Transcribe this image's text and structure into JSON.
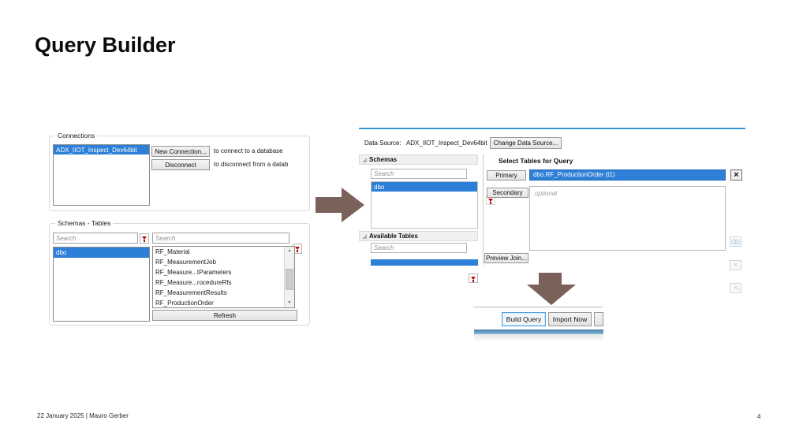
{
  "slide": {
    "title": "Query Builder",
    "footer_text": "22 January 2025 | Mauro Gerber",
    "page_number": "4"
  },
  "colors": {
    "selection_blue": "#2e7fd8",
    "arrow_brown": "#7a615a",
    "top_rule_blue": "#3399d6",
    "filter_red": "#c00000",
    "bottom_bar_blue": "#6ca0c8"
  },
  "icons": {
    "filter_icon": "red-funnel",
    "expander_icon": "corner-triangle",
    "remove_glyph": "×",
    "join_glyph": "∞",
    "scroll_up_glyph": "▲",
    "scroll_down_glyph": "▼"
  },
  "connections_panel": {
    "group_label": "Connections",
    "selected_connection": "ADX_IIOT_Inspect_Dev64bit",
    "new_connection_button": "New Connection...",
    "new_connection_hint": "to connect to a database",
    "disconnect_button": "Disconnect",
    "disconnect_hint": "to disconnect from a datab"
  },
  "schemas_tables_panel": {
    "group_label": "Schemas - Tables",
    "schema_search_placeholder": "Search",
    "table_search_placeholder": "Search",
    "selected_schema": "dbo",
    "tables": [
      "RF_Material",
      "RF_MeasurementJob",
      "RF_Measure...tParameters",
      "RF_Measure...rocedureRfs",
      "RF_MeasurementResults",
      "RF_ProductionOrder"
    ],
    "refresh_button": "Refresh"
  },
  "data_source_panel": {
    "data_source_label": "Data Source:",
    "data_source_value": "ADX_IIOT_Inspect_Dev64bit",
    "change_data_source_button": "Change Data Source...",
    "schemas_section_header": "Schemas",
    "schemas_search_placeholder": "Search",
    "selected_schema": "dbo",
    "available_tables_header": "Available Tables",
    "tables_search_placeholder": "Search",
    "select_tables_header": "Select Tables for Query",
    "primary_label": "Primary",
    "primary_table": "dbo.RF_ProductionOrder (t1)",
    "secondary_label": "Secondary",
    "secondary_placeholder": "optional",
    "preview_join_button": "Preview Join..."
  },
  "bottom_snippet": {
    "build_query_button": "Build Query",
    "import_now_button": "Import Now"
  }
}
